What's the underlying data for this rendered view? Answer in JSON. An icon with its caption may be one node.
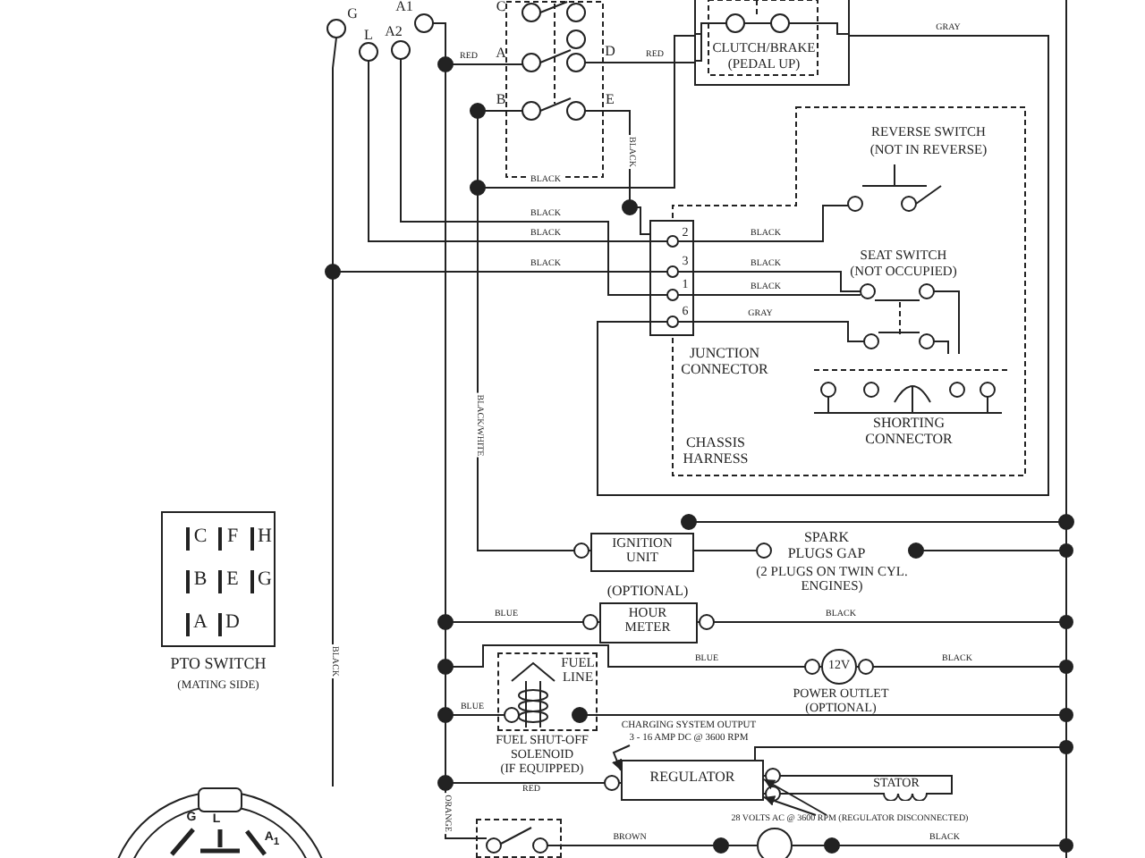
{
  "diagram": {
    "nodes": [
      {
        "text": [
          "G",
          "L",
          "A2",
          "A1"
        ]
      },
      {
        "text": [
          "C",
          "A",
          "D",
          "B",
          "E"
        ]
      },
      {
        "text": [
          "CLUTCH/BRAKE",
          "(PEDAL UP)"
        ]
      },
      {
        "text": [
          "CHASSIS HARNESS"
        ]
      },
      {
        "text": [
          "REVERSE SWITCH",
          "(NOT IN REVERSE)"
        ],
        "in": 3
      },
      {
        "text": [
          "SEAT SWITCH",
          "(NOT OCCUPIED)"
        ],
        "in": 3
      },
      {
        "text": [
          "2",
          "3",
          "1",
          "6"
        ],
        "beside": [
          "JUNCTION CONNECTOR"
        ]
      },
      {
        "text": [
          "SHORTING CONNECTOR"
        ],
        "in": 3
      },
      {
        "text": [
          "C",
          "F",
          "H",
          "B",
          "E",
          "G",
          "A",
          "D"
        ],
        "beside": [
          "PTO SWITCH",
          "(MATING SIDE)"
        ]
      },
      {
        "text": [
          "IGNITION UNIT"
        ]
      },
      {
        "text": [
          "SPARK PLUGS GAP",
          "(2 PLUGS ON TWIN CYL. ENGINES)"
        ]
      },
      {
        "text": [
          "HOUR METER"
        ],
        "beside": [
          "(OPTIONAL)"
        ]
      },
      {
        "text": [
          "12V"
        ],
        "beside": [
          "POWER OUTLET",
          "(OPTIONAL)"
        ]
      },
      {
        "text": [
          "FUEL LINE"
        ],
        "beside": [
          "FUEL SHUT-OFF SOLENOID",
          "(IF EQUIPPED)"
        ]
      },
      {
        "text": [
          "CHARGING SYSTEM OUTPUT",
          "3 - 16 AMP DC @ 3600 RPM"
        ]
      },
      {
        "text": [
          "REGULATOR"
        ]
      },
      {
        "text": [
          "STATOR"
        ]
      },
      {
        "text": [
          "28 VOLTS AC @ 3600 RPM (REGULATOR DISCONNECTED)"
        ]
      },
      {
        "text": [],
        "shape": "box"
      },
      {
        "text": [],
        "shape": "circle"
      },
      {
        "text": [
          "G",
          "L",
          "A$_{1}$"
        ]
      }
    ],
    "edges": [
      {
        "from": 0,
        "to": 1,
        "arrow": "none",
        "label": "RED"
      },
      {
        "from": 1,
        "to": 2,
        "arrow": "none",
        "label": "RED"
      },
      {
        "from": 2,
        "to": 6,
        "arrow": "none",
        "label": "GRAY"
      },
      {
        "from": 6,
        "to": 5,
        "arrow": "none",
        "label": "GRAY"
      },
      {
        "from": 1,
        "to": 6,
        "arrow": "none",
        "label": "BLACK"
      },
      {
        "from": 1,
        "to": 2,
        "arrow": "none",
        "label": "BLACK"
      },
      {
        "from": 1,
        "to": 9,
        "arrow": "other",
        "label": "BLACK/WHITE"
      },
      {
        "from": 0,
        "to": 6,
        "arrow": "none",
        "label": "BLACK"
      },
      {
        "from": 0,
        "to": 6,
        "arrow": "none",
        "label": "BLACK"
      },
      {
        "from": 0,
        "to": 6,
        "arrow": "none",
        "label": "BLACK"
      },
      {
        "from": 6,
        "to": 4,
        "arrow": "none",
        "label": "BLACK"
      },
      {
        "from": 6,
        "to": 5,
        "arrow": "none",
        "label": "BLACK"
      },
      {
        "from": 6,
        "to": 5,
        "arrow": "none",
        "label": "BLACK"
      },
      {
        "from": 9,
        "to": 10,
        "arrow": "none"
      },
      {
        "from": 10,
        "to": null,
        "arrow": "other"
      },
      {
        "from": 0,
        "to": 11,
        "arrow": "other",
        "label": "BLUE"
      },
      {
        "from": 11,
        "to": null,
        "arrow": "other",
        "label": "BLACK"
      },
      {
        "from": 0,
        "to": 12,
        "arrow": "other",
        "label": "BLUE"
      },
      {
        "from": 12,
        "to": null,
        "arrow": "other",
        "label": "BLACK"
      },
      {
        "from": 0,
        "to": 13,
        "arrow": "none",
        "label": "BLUE"
      },
      {
        "from": 13,
        "to": null,
        "arrow": "other"
      },
      {
        "from": 0,
        "to": 15,
        "arrow": "other",
        "label": "RED"
      },
      {
        "from": 15,
        "to": null,
        "arrow": "other"
      },
      {
        "from": 15,
        "to": 16,
        "arrow": "other"
      },
      {
        "from": 15,
        "to": 16,
        "arrow": "other"
      },
      {
        "from": 14,
        "to": 15,
        "arrow": "to"
      },
      {
        "from": 17,
        "to": 15,
        "arrow": "to"
      },
      {
        "from": 17,
        "to": 15,
        "arrow": "to"
      },
      {
        "from": 0,
        "to": 18,
        "arrow": "none",
        "label": "ORANGE"
      },
      {
        "from": 18,
        "to": 19,
        "arrow": "none",
        "label": "BROWN"
      },
      {
        "from": 19,
        "to": null,
        "arrow": "other",
        "label": "BLACK"
      },
      {
        "from": 0,
        "to": 20,
        "arrow": "none",
        "label": "BLACK"
      }
    ]
  }
}
